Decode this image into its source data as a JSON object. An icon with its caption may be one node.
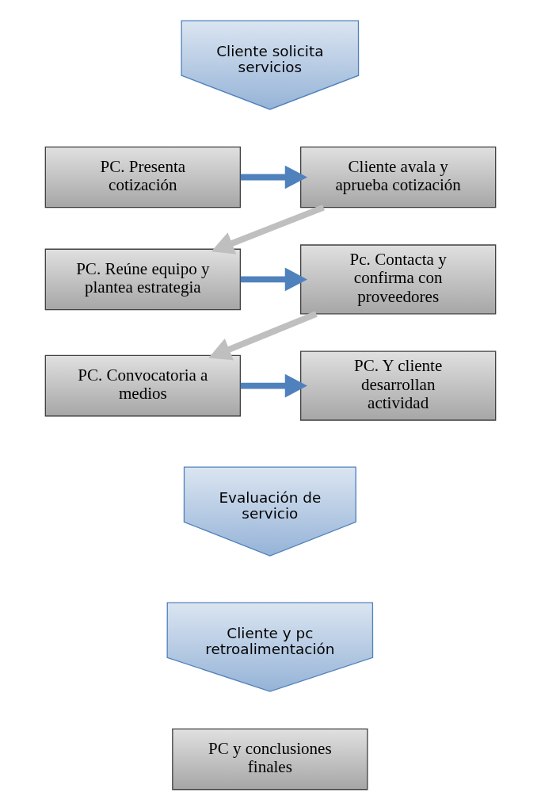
{
  "diagram": {
    "nodes": [
      {
        "text": [
          "Cliente solicita servicios"
        ]
      },
      {
        "text": [
          "PC. Presenta cotización"
        ]
      },
      {
        "text": [
          "Cliente avala y aprueba cotización"
        ]
      },
      {
        "text": [
          "PC. Reúne equipo y plantea estrategia"
        ]
      },
      {
        "text": [
          "Pc. Contacta y confirma con proveedores"
        ]
      },
      {
        "text": [
          "PC. Convocatoria a medios"
        ]
      },
      {
        "text": [
          "PC. Y cliente desarrollan actividad"
        ]
      },
      {
        "text": [
          "Evaluación de servicio"
        ]
      },
      {
        "text": [
          "Cliente y pc retroalimentación"
        ]
      },
      {
        "text": [
          "PC y conclusiones finales"
        ]
      }
    ],
    "edges": [
      {
        "from": 1,
        "to": 2,
        "arrow": "to"
      },
      {
        "from": 2,
        "to": 3,
        "arrow": "to",
        "color": "#bfbfbf"
      },
      {
        "from": 3,
        "to": 4,
        "arrow": "to"
      },
      {
        "from": 4,
        "to": 5,
        "arrow": "to",
        "color": "#bfbfbf"
      },
      {
        "from": 5,
        "to": 6,
        "arrow": "to"
      }
    ]
  }
}
